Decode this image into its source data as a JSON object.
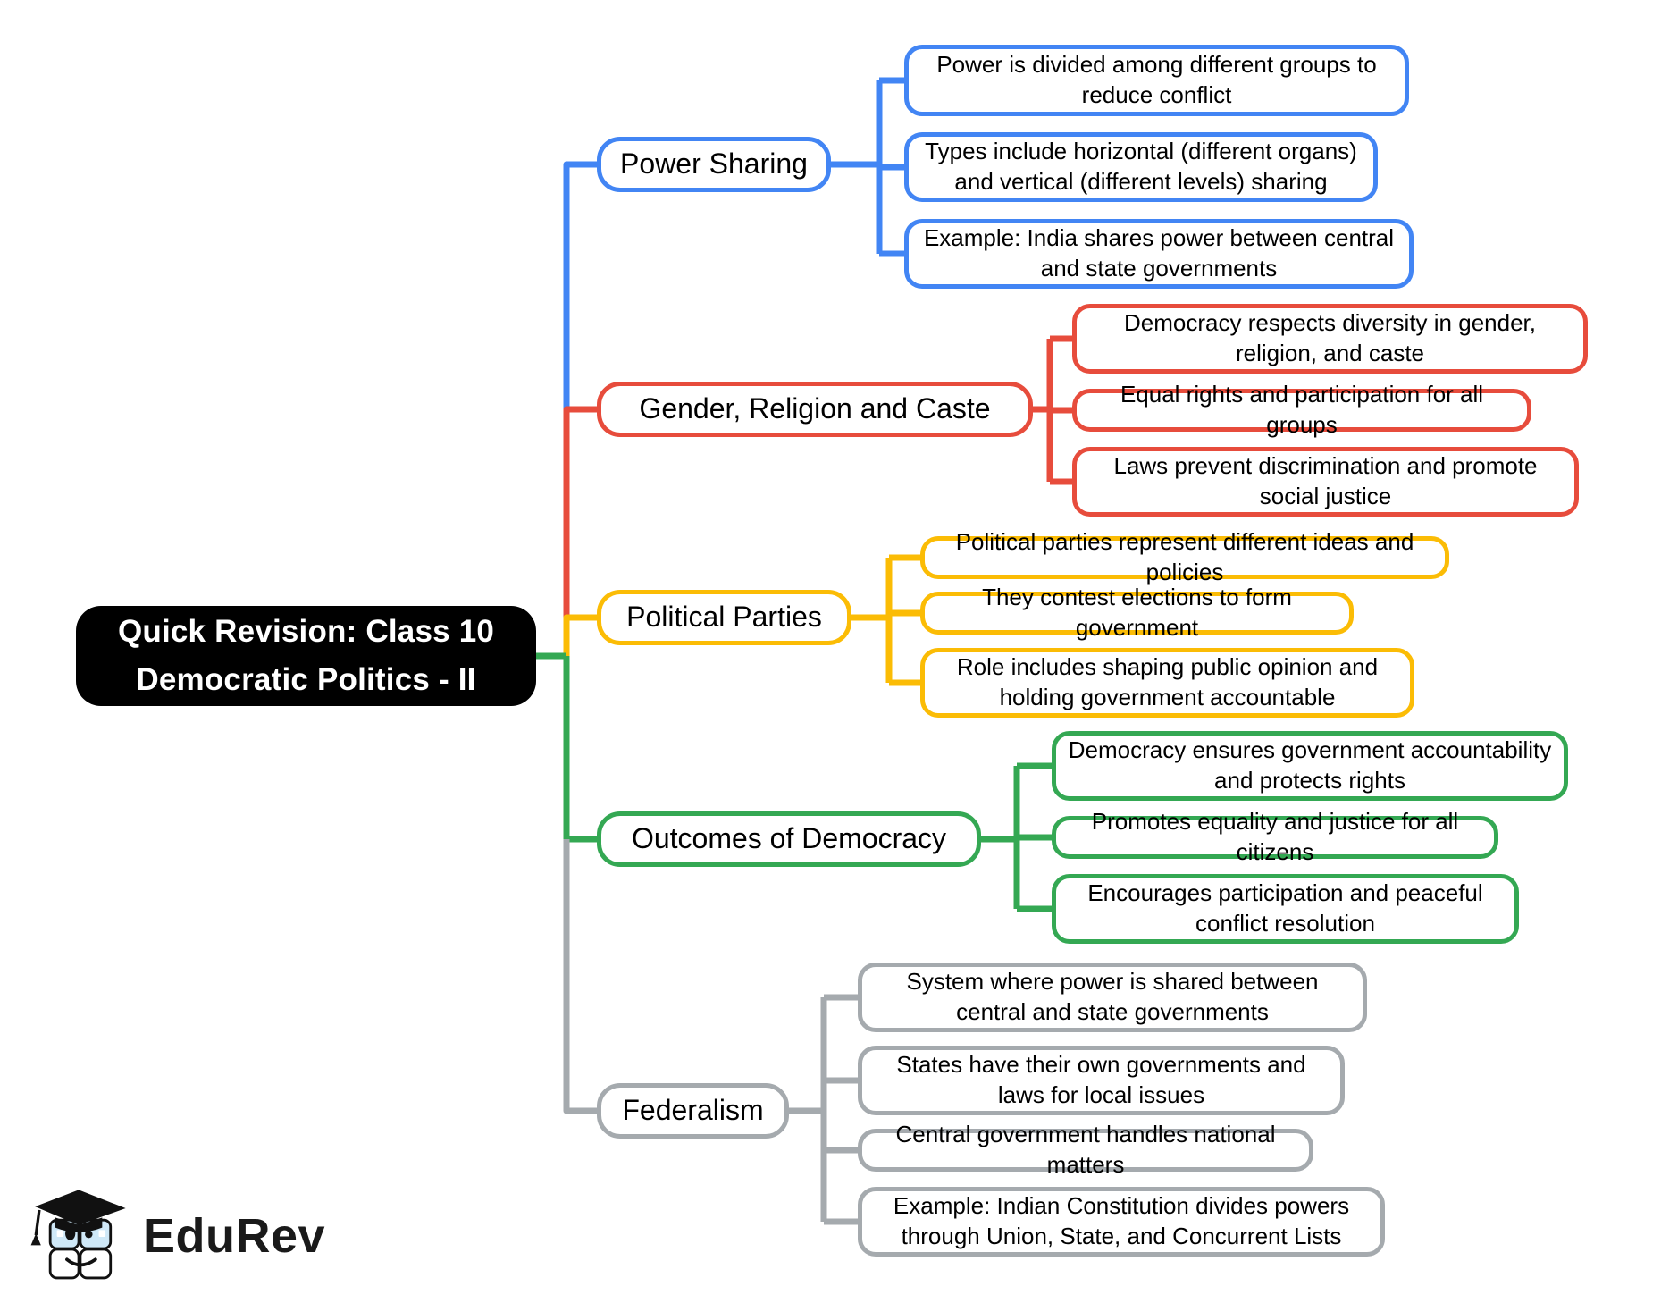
{
  "title": {
    "line1": "Quick Revision: Class 10",
    "line2": "Democratic Politics - II",
    "bg": "#000000",
    "text_color": "#ffffff"
  },
  "branches": [
    {
      "label": "Power Sharing",
      "color": "#4285F4",
      "leaves": [
        "Power is divided among different groups to reduce conflict",
        "Types include horizontal (different organs) and vertical (different levels) sharing",
        "Example: India shares power between central and state governments"
      ]
    },
    {
      "label": "Gender, Religion and Caste",
      "color": "#E74C3C",
      "leaves": [
        "Democracy respects diversity in gender, religion, and caste",
        "Equal rights and participation for all groups",
        "Laws prevent discrimination and promote social justice"
      ]
    },
    {
      "label": "Political Parties",
      "color": "#FBBC05",
      "leaves": [
        "Political parties represent different ideas and policies",
        "They contest elections to form government",
        "Role includes shaping public opinion and holding government accountable"
      ]
    },
    {
      "label": "Outcomes of Democracy",
      "color": "#34A853",
      "leaves": [
        "Democracy ensures government accountability and protects rights",
        "Promotes equality and justice for all citizens",
        "Encourages participation and peaceful conflict resolution"
      ]
    },
    {
      "label": "Federalism",
      "color": "#A5AAAE",
      "leaves": [
        "System where power is shared between central and state governments",
        "States have their own governments and laws for local issues",
        "Central government handles national matters",
        "Example: Indian Constitution divides powers through Union, State, and Concurrent Lists"
      ]
    }
  ],
  "logo": {
    "text": "EduRev"
  }
}
